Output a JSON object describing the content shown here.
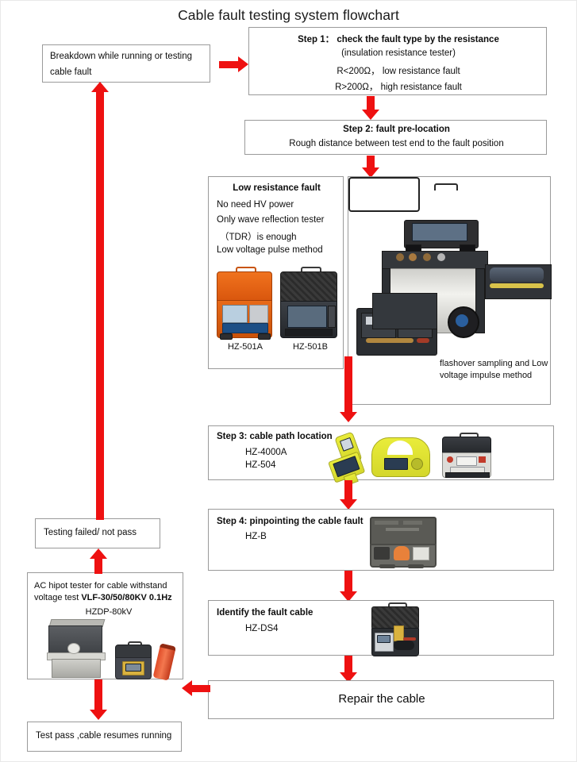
{
  "title": "Cable fault testing system flowchart",
  "nodes": {
    "breakdown": {
      "line1": "Breakdown  while  running  or  testing",
      "line2": "cable fault"
    },
    "step1": {
      "heading": "Step 1： check the fault type by the resistance",
      "line2": "(insulation resistance tester)",
      "line3": "R<200Ω， low resistance fault",
      "line4": "R>200Ω， high resistance fault"
    },
    "step2": {
      "heading": "Step 2: fault pre-location",
      "line2": "Rough distance between test end to the fault position"
    },
    "low_resistance": {
      "heading": "Low resistance fault",
      "line1": "No need HV power",
      "line2": "Only wave reflection tester",
      "line3": "（TDR）is enough",
      "line4": "Low voltage pulse method",
      "caption_left": "HZ-501A",
      "caption_right": "HZ-501B"
    },
    "flashover": {
      "caption_line1": "flashover sampling and Low",
      "caption_line2": "voltage impulse method"
    },
    "step3": {
      "heading": "Step 3: cable path location",
      "model1": "HZ-4000A",
      "model2": "HZ-504"
    },
    "step4": {
      "heading": "Step 4: pinpointing the cable fault",
      "model1": "HZ-B"
    },
    "identify": {
      "heading": "Identify the fault cable",
      "model1": "HZ-DS4"
    },
    "repair": {
      "label": "Repair the cable"
    },
    "testing_failed": {
      "label": "Testing failed/ not pass"
    },
    "ac_hipot": {
      "line1": "AC hipot tester for cable withstand",
      "line2_pre": "voltage test ",
      "line2_bold": "VLF-30/50/80KV 0.1Hz",
      "line3": "HZDP-80kV"
    },
    "test_pass": {
      "label": "Test pass ,cable resumes running"
    }
  },
  "colors": {
    "arrow": "#ee1111",
    "box_border": "#9a9a9a",
    "text": "#0d0d0d",
    "background": "#ffffff"
  }
}
